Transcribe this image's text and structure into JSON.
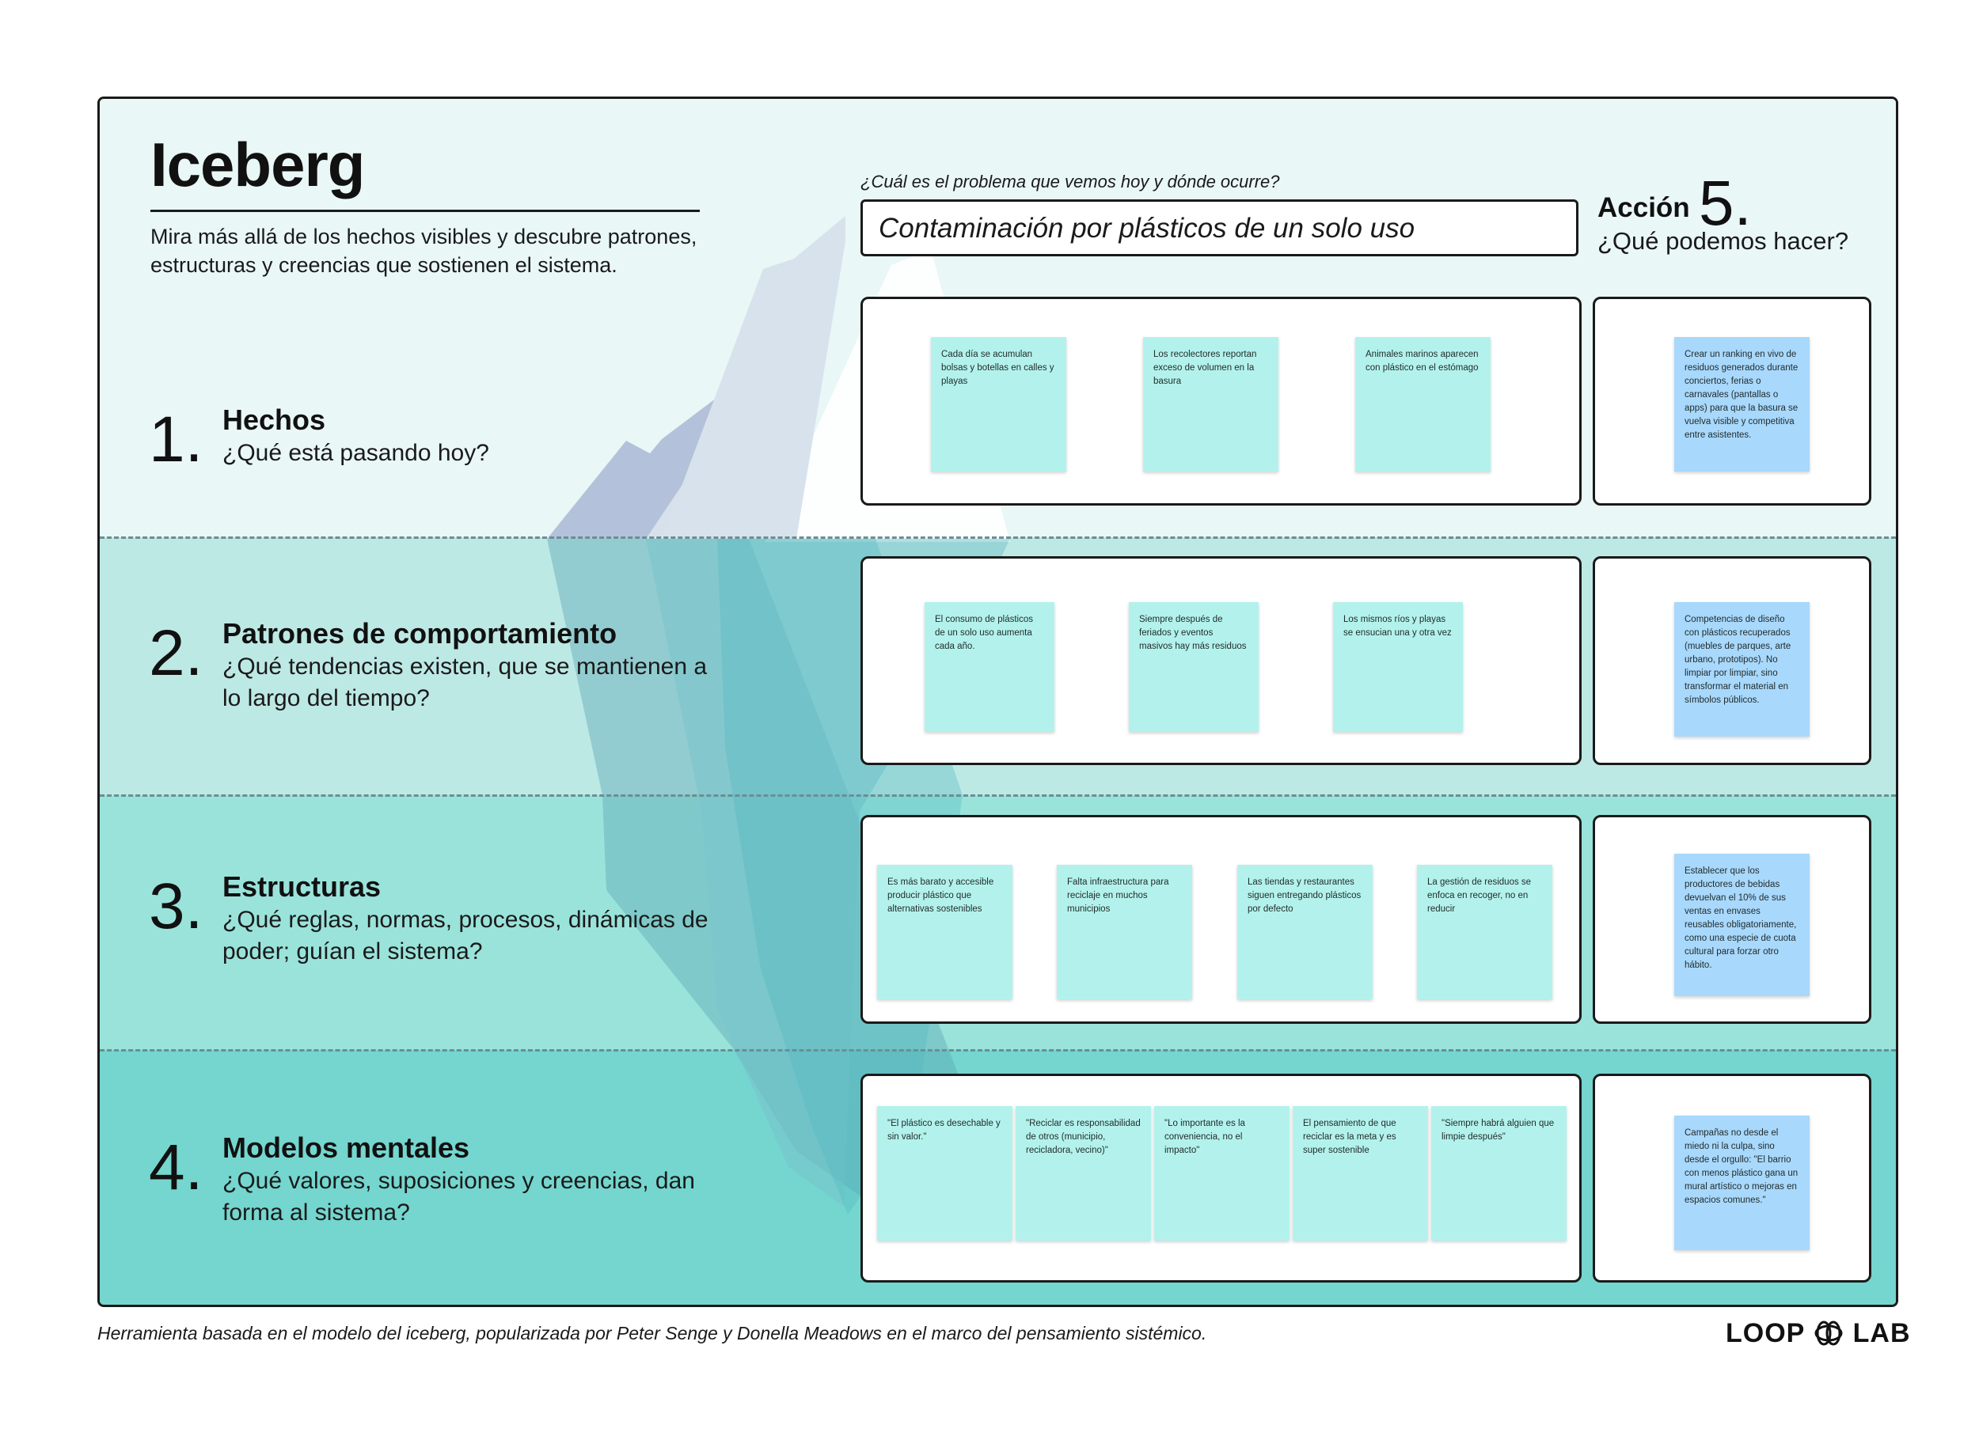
{
  "header": {
    "title": "Iceberg",
    "subtitle": "Mira más allá de los hechos visibles y descubre patrones, estructuras y creencias que sostienen el sistema."
  },
  "problem": {
    "question": "¿Cuál es el problema que vemos hoy y dónde ocurre?",
    "value": "Contaminación por plásticos de un solo uso"
  },
  "action": {
    "word": "Acción",
    "number": "5.",
    "question": "¿Qué podemos hacer?"
  },
  "levels": [
    {
      "number": "1.",
      "title": "Hechos",
      "question": "¿Qué está pasando hoy?",
      "notes": [
        "Cada día se acumulan bolsas y botellas en calles y playas",
        "Los recolectores reportan exceso de volumen en la basura",
        "Animales marinos aparecen con plástico en el estómago"
      ],
      "action_note": "Crear un ranking en vivo de residuos generados durante conciertos, ferias o carnavales (pantallas o apps) para que la basura se vuelva visible y competitiva entre asistentes."
    },
    {
      "number": "2.",
      "title": "Patrones de comportamiento",
      "question": "¿Qué tendencias existen, que se mantienen  a lo largo del tiempo?",
      "notes": [
        "El consumo de plásticos de un solo uso aumenta cada año.",
        "Siempre después de feriados y eventos masivos hay más residuos",
        "Los mismos ríos y playas se ensucian una y otra vez"
      ],
      "action_note": "Competencias de diseño con plásticos recuperados (muebles de parques, arte urbano, prototipos). No limpiar por limpiar, sino transformar el material en símbolos públicos."
    },
    {
      "number": "3.",
      "title": "Estructuras",
      "question": "¿Qué reglas, normas, procesos, dinámicas de poder; guían el sistema?",
      "notes": [
        "Es más barato y accesible producir plástico que alternativas sostenibles",
        "Falta infraestructura para reciclaje en muchos municipios",
        "Las tiendas y restaurantes siguen entregando plásticos por defecto",
        "La gestión de residuos se enfoca en recoger, no en reducir"
      ],
      "action_note": "Establecer que los productores de bebidas devuelvan el 10% de sus ventas en envases reusables obligatoriamente, como una especie de cuota cultural para forzar otro hábito."
    },
    {
      "number": "4.",
      "title": "Modelos mentales",
      "question": "¿Qué valores, suposiciones y creencias, dan forma al sistema?",
      "notes": [
        "\"El plástico es desechable y sin valor.\"",
        "\"Reciclar es responsabilidad de otros (municipio, recicladora, vecino)\"",
        "\"Lo importante es la conveniencia, no el impacto\"",
        "El pensamiento de que reciclar es la meta y es super sostenible",
        "\"Siempre habrá alguien que limpie después\""
      ],
      "action_note": "Campañas no desde el miedo ni la culpa, sino desde el orgullo: \"El barrio con menos plástico gana un mural artístico o mejoras en espacios comunes.\""
    }
  ],
  "footer": {
    "text": "Herramienta basada en el modelo del iceberg, popularizada por Peter Senge y Donella Meadows en el marco del pensamiento sistémico.",
    "logo_left": "LOOP",
    "logo_right": "LAB"
  },
  "colors": {
    "band_1": "#e9f7f6",
    "band_2": "#bde9e5",
    "band_3": "#9ae3db",
    "band_4": "#74d6cf",
    "sticky_note": "#b3f2ec",
    "action_note": "#a8d8fc"
  }
}
